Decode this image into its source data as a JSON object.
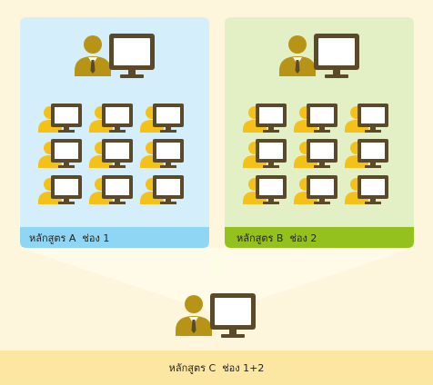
{
  "panels": [
    {
      "label": "หลักสูตร A  ช่อง 1"
    },
    {
      "label": "หลักสูตร B  ช่อง 2"
    }
  ],
  "footer": {
    "label": "หลักสูตร C  ช่อง 1+2"
  },
  "icons": {
    "teacher": "teacher-workstation-icon",
    "student": "student-workstation-icon"
  },
  "colors": {
    "background": "#fdf6dc",
    "panel_a_body": "#d4eefb",
    "panel_a_bar": "#8fd6f4",
    "panel_b_body": "#e3f0c6",
    "panel_b_bar": "#95c11f",
    "footer_bar": "#fbe7a1",
    "beam": "#fffbe8",
    "person_dark": "#b89416",
    "person_light": "#f4c118",
    "monitor_frame": "#5a4a2a"
  }
}
